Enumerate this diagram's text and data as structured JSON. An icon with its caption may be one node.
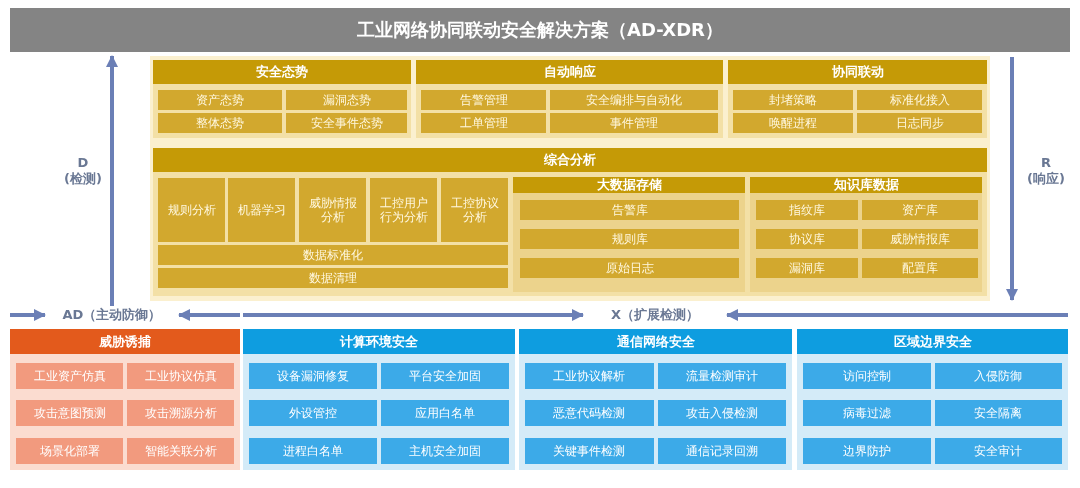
{
  "diagram": {
    "title": "工业网络协同联动安全解决方案（AD-XDR）",
    "nodes": [
      {
        "text": [
          "安全态势"
        ]
      },
      {
        "text": [
          "资产态势"
        ],
        "in": 0
      },
      {
        "text": [
          "漏洞态势"
        ],
        "in": 0
      },
      {
        "text": [
          "整体态势"
        ],
        "in": 0
      },
      {
        "text": [
          "安全事件态势"
        ],
        "in": 0
      },
      {
        "text": [
          "自动响应"
        ]
      },
      {
        "text": [
          "告警管理"
        ],
        "in": 5
      },
      {
        "text": [
          "安全编排与自动化"
        ],
        "in": 5
      },
      {
        "text": [
          "工单管理"
        ],
        "in": 5
      },
      {
        "text": [
          "事件管理"
        ],
        "in": 5
      },
      {
        "text": [
          "协同联动"
        ]
      },
      {
        "text": [
          "封堵策略"
        ],
        "in": 10
      },
      {
        "text": [
          "标准化接入"
        ],
        "in": 10
      },
      {
        "text": [
          "唤醒进程"
        ],
        "in": 10
      },
      {
        "text": [
          "日志同步"
        ],
        "in": 10
      },
      {
        "text": [
          "综合分析"
        ]
      },
      {
        "text": [
          "规则分析"
        ],
        "in": 15
      },
      {
        "text": [
          "机器学习"
        ],
        "in": 15
      },
      {
        "text": [
          "威胁情报分析"
        ],
        "in": 15
      },
      {
        "text": [
          "工控用户行为分析"
        ],
        "in": 15
      },
      {
        "text": [
          "工控协议分析"
        ],
        "in": 15
      },
      {
        "text": [
          "数据标准化"
        ],
        "in": 15
      },
      {
        "text": [
          "数据清理"
        ],
        "in": 15
      },
      {
        "text": [
          "大数据存储"
        ],
        "in": 15
      },
      {
        "text": [
          "告警库"
        ],
        "in": 23
      },
      {
        "text": [
          "规则库"
        ],
        "in": 23
      },
      {
        "text": [
          "原始日志"
        ],
        "in": 23
      },
      {
        "text": [
          "知识库数据"
        ],
        "in": 15
      },
      {
        "text": [
          "指纹库"
        ],
        "in": 27
      },
      {
        "text": [
          "资产库"
        ],
        "in": 27
      },
      {
        "text": [
          "协议库"
        ],
        "in": 27
      },
      {
        "text": [
          "威胁情报库"
        ],
        "in": 27
      },
      {
        "text": [
          "漏洞库"
        ],
        "in": 27
      },
      {
        "text": [
          "配置库"
        ],
        "in": 27
      },
      {
        "text": [
          "AD（主动防御）"
        ]
      },
      {
        "text": [
          "X（扩展检测）"
        ]
      },
      {
        "text": [
          "威胁诱捕"
        ]
      },
      {
        "text": [
          "工业资产仿真"
        ],
        "in": 36
      },
      {
        "text": [
          "工业协议仿真"
        ],
        "in": 36
      },
      {
        "text": [
          "攻击意图预测"
        ],
        "in": 36
      },
      {
        "text": [
          "攻击溯源分析"
        ],
        "in": 36
      },
      {
        "text": [
          "场景化部署"
        ],
        "in": 36
      },
      {
        "text": [
          "智能关联分析"
        ],
        "in": 36
      },
      {
        "text": [
          "计算环境安全"
        ]
      },
      {
        "text": [
          "设备漏洞修复"
        ],
        "in": 43
      },
      {
        "text": [
          "平台安全加固"
        ],
        "in": 43
      },
      {
        "text": [
          "外设管控"
        ],
        "in": 43
      },
      {
        "text": [
          "应用白名单"
        ],
        "in": 43
      },
      {
        "text": [
          "进程白名单"
        ],
        "in": 43
      },
      {
        "text": [
          "主机安全加固"
        ],
        "in": 43
      },
      {
        "text": [
          "通信网络安全"
        ]
      },
      {
        "text": [
          "工业协议解析"
        ],
        "in": 50
      },
      {
        "text": [
          "流量检测审计"
        ],
        "in": 50
      },
      {
        "text": [
          "恶意代码检测"
        ],
        "in": 50
      },
      {
        "text": [
          "攻击入侵检测"
        ],
        "in": 50
      },
      {
        "text": [
          "关键事件检测"
        ],
        "in": 50
      },
      {
        "text": [
          "通信记录回溯"
        ],
        "in": 50
      },
      {
        "text": [
          "区域边界安全"
        ]
      },
      {
        "text": [
          "访问控制"
        ],
        "in": 57
      },
      {
        "text": [
          "入侵防御"
        ],
        "in": 57
      },
      {
        "text": [
          "病毒过滤"
        ],
        "in": 57
      },
      {
        "text": [
          "安全隔离"
        ],
        "in": 57
      },
      {
        "text": [
          "边界防护"
        ],
        "in": 57
      },
      {
        "text": [
          "安全审计"
        ],
        "in": 57
      }
    ],
    "edges": [
      {
        "from": null,
        "to": 34,
        "arrow": "to"
      },
      {
        "from": null,
        "to": 34,
        "arrow": "to"
      },
      {
        "from": null,
        "to": 35,
        "arrow": "to"
      },
      {
        "from": null,
        "to": 35,
        "arrow": "to"
      },
      {
        "from": 34,
        "to": null,
        "arrow": "to"
      }
    ],
    "labels": [
      "D (检测)",
      "R (响应)"
    ]
  }
}
